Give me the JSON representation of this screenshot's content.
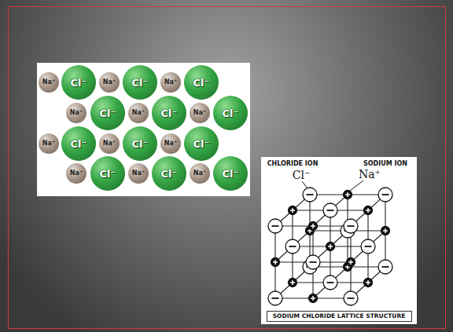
{
  "diagram": {
    "nodes": [
      {
        "text": [
          "Na⁺"
        ]
      },
      {
        "text": [
          "Cl⁻"
        ]
      },
      {
        "text": [
          "Na⁺"
        ]
      },
      {
        "text": [
          "Cl⁻"
        ]
      },
      {
        "text": [
          "Na⁺"
        ]
      },
      {
        "text": [
          "Cl⁻"
        ]
      },
      {
        "text": [
          "Na⁺"
        ]
      },
      {
        "text": [
          "Cl⁻"
        ]
      },
      {
        "text": [
          "Na⁺"
        ]
      },
      {
        "text": [
          "Cl⁻"
        ]
      },
      {
        "text": [
          "Na⁺"
        ]
      },
      {
        "text": [
          "Cl⁻"
        ]
      },
      {
        "text": [
          "Na⁺"
        ]
      },
      {
        "text": [
          "Cl⁻"
        ]
      },
      {
        "text": [
          "Na⁺"
        ]
      },
      {
        "text": [
          "Cl⁻"
        ]
      },
      {
        "text": [
          "Na⁺"
        ]
      },
      {
        "text": [
          "Cl⁻"
        ]
      },
      {
        "text": [
          "Na⁺"
        ]
      },
      {
        "text": [
          "Cl⁻"
        ]
      },
      {
        "text": [
          "Na⁺"
        ]
      },
      {
        "text": [
          "Cl⁻"
        ]
      },
      {
        "text": [
          "Na⁺"
        ]
      },
      {
        "text": [
          "Cl⁻"
        ]
      },
      {
        "text": [
          "SODIUM CHLORIDE LATTICE STRUCTURE"
        ]
      }
    ],
    "labels": [
      "CHLORIDE ION",
      "Cl⁻",
      "SODIUM ION",
      "Na⁺"
    ]
  }
}
